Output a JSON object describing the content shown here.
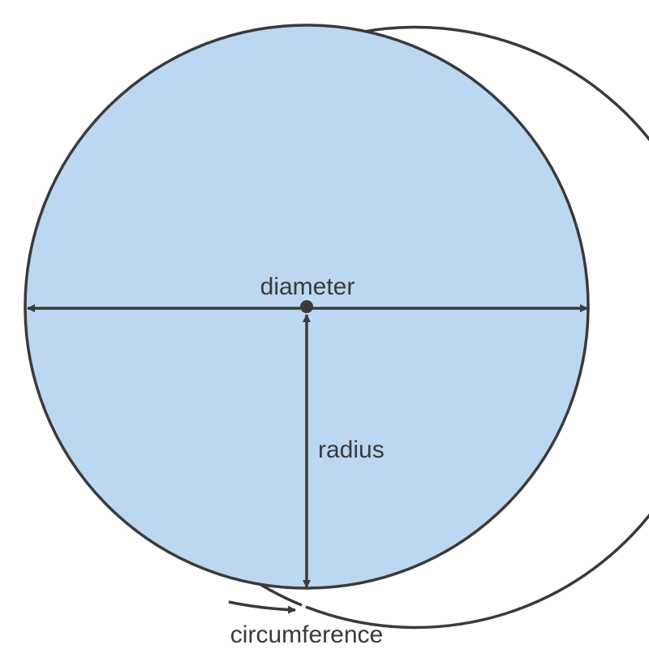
{
  "diagram": {
    "labels": {
      "diameter": "diameter",
      "radius": "radius",
      "circumference": "circumference"
    },
    "colors": {
      "fill": "#bcd7f1",
      "stroke": "#3a3a3a",
      "background": "#ffffff"
    }
  }
}
